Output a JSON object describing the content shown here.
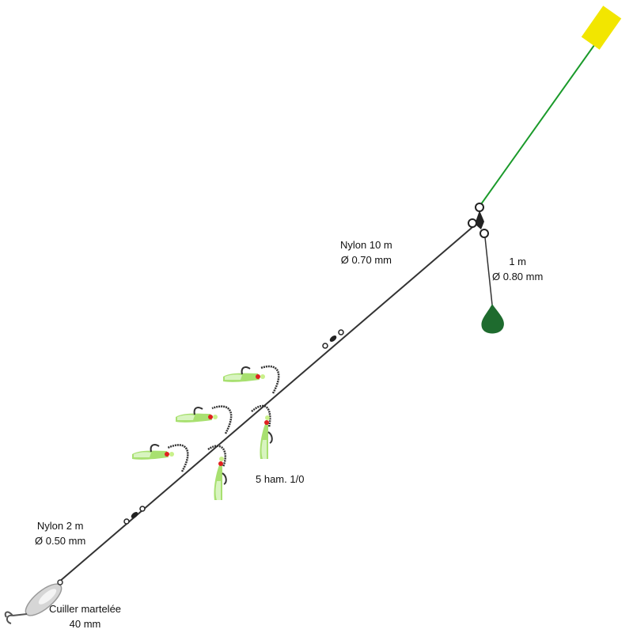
{
  "labels": {
    "main_line": {
      "line1": "Nylon 10 m",
      "line2": "Ø 0.70 mm"
    },
    "drop_line": {
      "line1": "1 m",
      "line2": "Ø 0.80 mm"
    },
    "hooks": "5 ham. 1/0",
    "leader": {
      "line1": "Nylon 2 m",
      "line2": "Ø 0.50 mm"
    },
    "spoon": {
      "line1": "Cuiller martelée",
      "line2": "40 mm"
    }
  },
  "colors": {
    "line": "#333333",
    "main_line_green": "#1a9a2a",
    "flag": "#f2e600",
    "weight": "#1e6b2e",
    "lure": "#a8e070",
    "bead": "#e02020"
  }
}
